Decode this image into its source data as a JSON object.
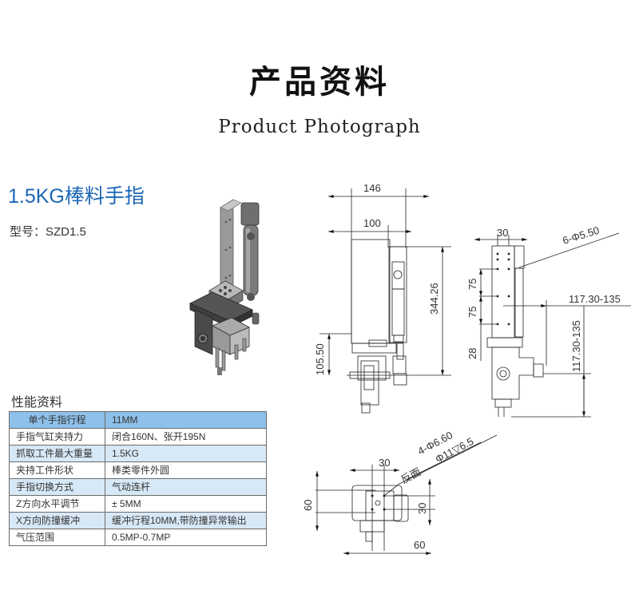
{
  "header": {
    "title_cn": "产品资料",
    "title_en": "Product Photograph"
  },
  "product": {
    "name": "1.5KG棒料手指",
    "model_label": "型号：",
    "model_value": "SZD1.5"
  },
  "performance": {
    "title": "性能资料",
    "rows": [
      {
        "label": "单个手指行程",
        "value": "11MM"
      },
      {
        "label": "手指气缸夹持力",
        "value": "闭合160N、张开195N"
      },
      {
        "label": "抓取工件最大重量",
        "value": "1.5KG"
      },
      {
        "label": "夹持工件形状",
        "value": "棒类零件外圆"
      },
      {
        "label": "手指切换方式",
        "value": "气动连杆"
      },
      {
        "label": "Z方向水平调节",
        "value": "± 5MM"
      },
      {
        "label": "X方向防撞缓冲",
        "value": "缓冲行程10MM,带防撞异常输出"
      },
      {
        "label": "气压范围",
        "value": "0.5MP-0.7MP"
      }
    ]
  },
  "colors": {
    "title_blue": "#1b66b5",
    "table_header": "#8ec0ea",
    "table_alt": "#d7e8f6",
    "table_border": "#6b6b6b"
  },
  "drawings": {
    "front": {
      "dim_width_total": "146",
      "dim_width_inner": "100",
      "dim_height_total": "344.26",
      "dim_height_lower": "105.50"
    },
    "side": {
      "dim_top_spacing": "30",
      "dim_holes": "6-Φ5.50",
      "dim_pitch_1": "75",
      "dim_pitch_2": "75",
      "dim_lower": "28",
      "dim_horizontal_range": "117.30-135",
      "dim_vertical_range": "117.30-135"
    },
    "top": {
      "dim_top_spacing": "30",
      "dim_holes": "4-Φ6.60",
      "dim_counterbore": "反面",
      "dim_counterbore_spec": "Φ11▽6.5",
      "dim_height": "60",
      "dim_right": "30",
      "dim_bottom": "60"
    }
  }
}
